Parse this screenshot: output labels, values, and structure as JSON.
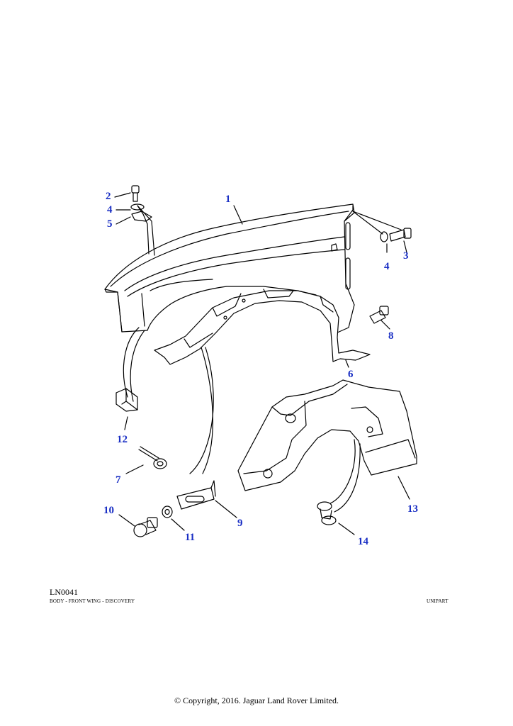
{
  "diagram": {
    "ref_code": "LN0041",
    "caption": "BODY - FRONT WING - DISCOVERY",
    "brand": "UNIPART",
    "copyright": "© Copyright, 2016. Jaguar Land Rover Limited."
  },
  "callouts": {
    "c1": "1",
    "c2": "2",
    "c3": "3",
    "c4a": "4",
    "c4b": "4",
    "c5": "5",
    "c6": "6",
    "c7": "7",
    "c8": "8",
    "c9": "9",
    "c10": "10",
    "c11": "11",
    "c12": "12",
    "c13": "13",
    "c14": "14"
  },
  "colors": {
    "callout": "#1a2fc4",
    "line": "#000000"
  }
}
